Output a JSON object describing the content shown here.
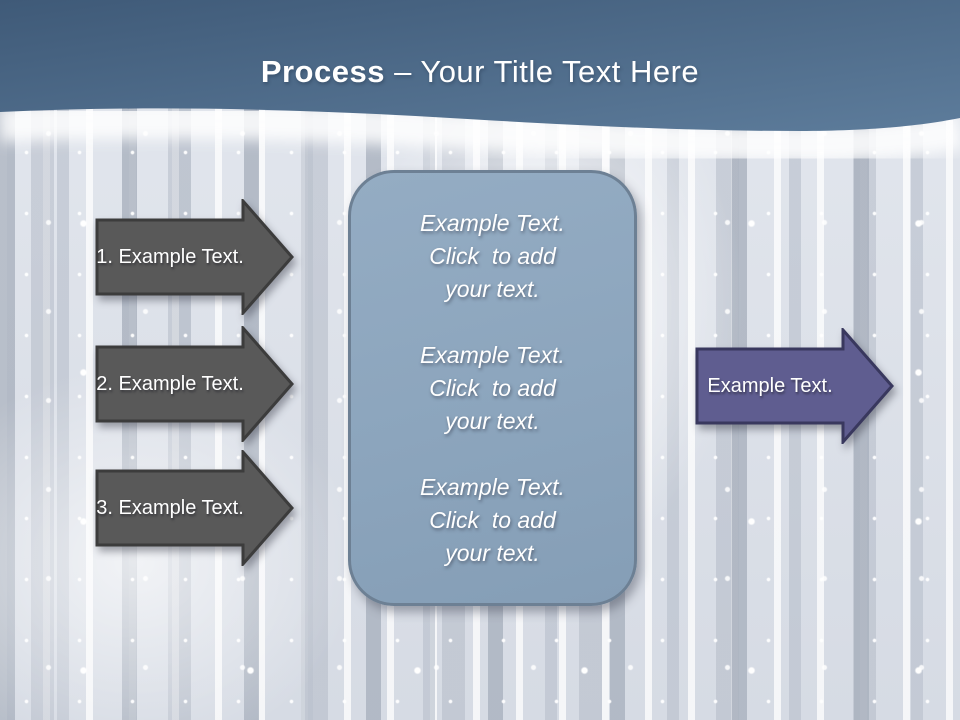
{
  "title": {
    "bold_text": "Process",
    "regular_text": " – Your Title Text Here"
  },
  "process_steps": [
    {
      "label": "1. Example Text."
    },
    {
      "label": "2. Example Text."
    },
    {
      "label": "3. Example Text."
    }
  ],
  "detail_panel": {
    "blocks": [
      "Example Text.\nClick  to add\nyour text.",
      "Example Text.\nClick  to add\nyour text.",
      "Example Text.\nClick  to add\nyour text."
    ]
  },
  "result_arrow": {
    "label": "Example Text."
  },
  "colors": {
    "header_top": "#3f5a78",
    "header_bottom": "#5d7c9b",
    "step_arrow_fill": "#595959",
    "step_arrow_border": "#3c3c3c",
    "panel_fill": "#8ca5bd",
    "panel_border": "#6d8094",
    "result_arrow_fill": "#5f5d90",
    "result_arrow_border": "#39385e",
    "text": "#ffffff"
  }
}
